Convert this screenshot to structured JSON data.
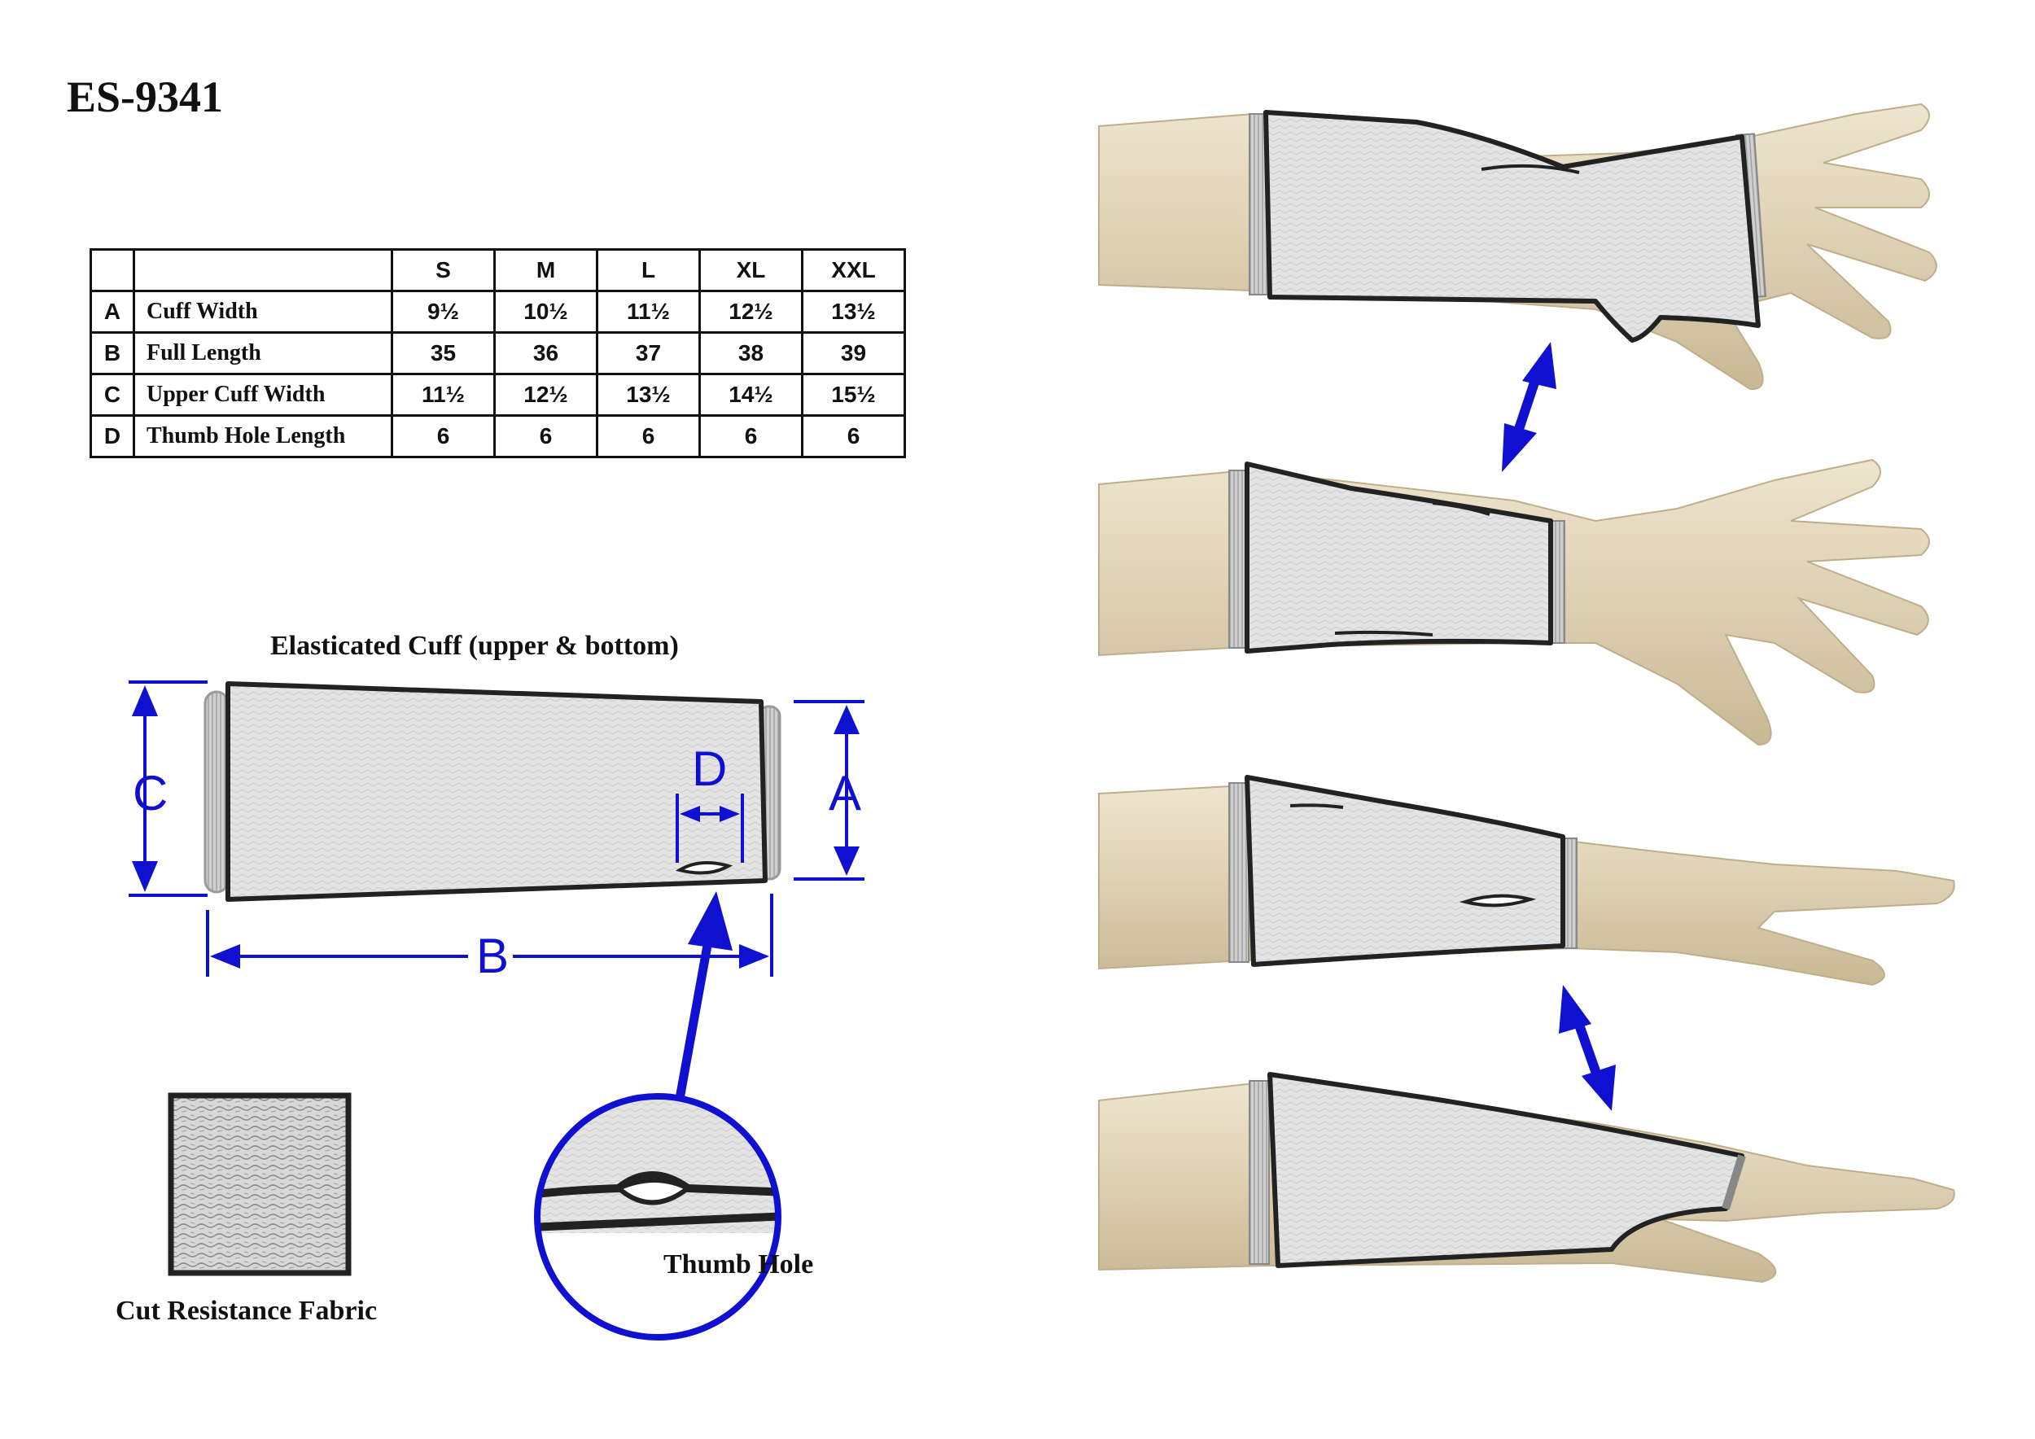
{
  "title": "ES-9341",
  "table": {
    "headers": [
      "S",
      "M",
      "L",
      "XL",
      "XXL"
    ],
    "rows": [
      {
        "key": "A",
        "label": "Cuff Width",
        "values": [
          "9½",
          "10½",
          "11½",
          "12½",
          "13½"
        ]
      },
      {
        "key": "B",
        "label": "Full Length",
        "values": [
          "35",
          "36",
          "37",
          "38",
          "39"
        ]
      },
      {
        "key": "C",
        "label": "Upper Cuff Width",
        "values": [
          "11½",
          "12½",
          "13½",
          "14½",
          "15½"
        ]
      },
      {
        "key": "D",
        "label": "Thumb Hole Length",
        "values": [
          "6",
          "6",
          "6",
          "6",
          "6"
        ]
      }
    ]
  },
  "diagram": {
    "cuff_caption": "Elasticated Cuff (upper & bottom)",
    "dim_a": "A",
    "dim_b": "B",
    "dim_c": "C",
    "dim_d": "D",
    "thumb_hole_caption": "Thumb Hole",
    "fabric_caption": "Cut Resistance Fabric"
  },
  "colors": {
    "dimension_blue": "#1010d0",
    "sleeve_fill": "#e2e2e2",
    "skin": "#e0d4b8",
    "outline": "#222222"
  }
}
